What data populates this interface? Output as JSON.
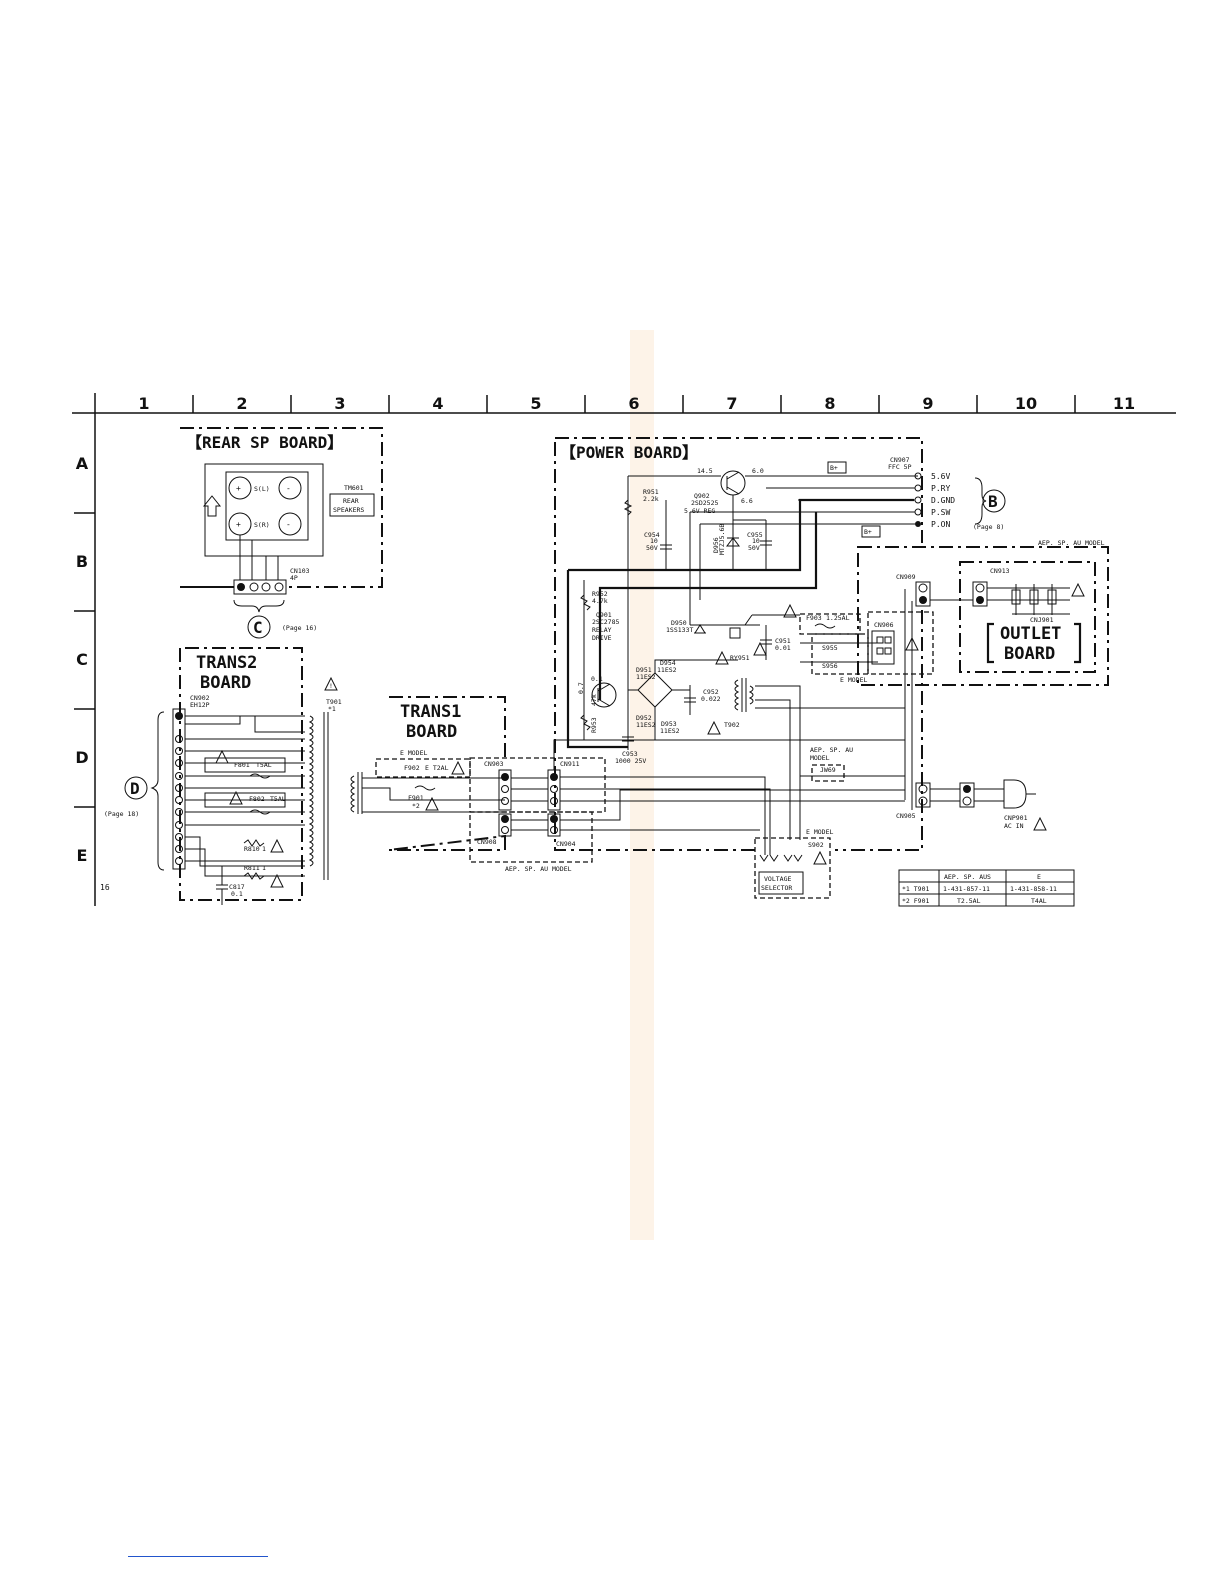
{
  "page_number": "16",
  "columns": [
    "1",
    "2",
    "3",
    "4",
    "5",
    "6",
    "7",
    "8",
    "9",
    "10",
    "11"
  ],
  "rows": [
    "A",
    "B",
    "C",
    "D",
    "E"
  ],
  "boards": {
    "rear_sp": {
      "title": "【REAR SP BOARD】",
      "tm601": "TM601",
      "rear": "REAR",
      "speakers": "SPEAKERS",
      "s_l": "S(L)",
      "s_r": "S(R)",
      "cn103": "CN103",
      "cn103_pins": "4P"
    },
    "power": {
      "title": "【POWER BOARD】"
    },
    "trans2": {
      "title_1": "TRANS2",
      "title_2": "BOARD",
      "cn902": "CN902",
      "cn902_sub": "EH12P"
    },
    "trans1": {
      "title_1": "TRANS1",
      "title_2": "BOARD"
    },
    "outlet": {
      "title_1": "OUTLET",
      "title_2": "BOARD",
      "cn913": "CN913",
      "cnj901": "CNJ901"
    }
  },
  "refs": {
    "b": {
      "letter": "B",
      "page": "(Page 8)"
    },
    "c": {
      "letter": "C",
      "page": "(Page 16)"
    },
    "d": {
      "letter": "D",
      "page": "(Page 18)"
    }
  },
  "labels": {
    "b_plus_1": "B+",
    "b_plus_2": "B+",
    "v14_5": "14.5",
    "v6_0": "6.0",
    "v6_6": "6.6",
    "v0_1": "0.1",
    "v0_7": "0.7",
    "r951": "R951",
    "r951_v": "2.2k",
    "q902": "Q902",
    "q902_p": "2SD2525",
    "q902_d": "5.6V REG",
    "cn907": "CN907",
    "cn907_sub": "FFC 5P",
    "pin1": "5.6V",
    "pin2": "P.RY",
    "pin3": "D.GND",
    "pin4": "P.SW",
    "pin5": "P.ON",
    "c954": "C954",
    "c954_v1": "10",
    "c954_v2": "50V",
    "d956": "D956",
    "d956_p": "MTZJ5.6B",
    "c955": "C955",
    "c955_v1": "10",
    "c955_v2": "50V",
    "aep_sp_au_model_top": "AEP. SP. AU MODEL",
    "cn909": "CN909",
    "r952": "R952",
    "r952_v": "4.7k",
    "q901": "Q901",
    "q901_p": "2SC2785",
    "q901_d1": "RELAY",
    "q901_d2": "DRIVE",
    "d950": "D950",
    "d950_p": "1SS133T",
    "f903": "F903",
    "f903_v": "1.25AL",
    "cn906": "CN906",
    "c951": "C951",
    "c951_v": "0.01",
    "s955": "S955",
    "s956": "S956",
    "ry951": "RY951",
    "e_model_1": "E MODEL",
    "d951": "D951",
    "d951_p": "11ES2",
    "d954": "D954",
    "d954_p": "11ES2",
    "d952": "D952",
    "d952_p": "11ES2",
    "d953": "D953",
    "d953_p": "11ES2",
    "c952": "C952",
    "c952_v": "0.022",
    "t902": "T902",
    "r953": "R953",
    "r953_v": "47k",
    "c953": "C953",
    "c953_v": "1000 25V",
    "t901": "T901",
    "t901_n": "*1",
    "f801": "F801",
    "f801_v": "T5AL",
    "f802": "F802",
    "f802_v": "T5AL",
    "r810": "R810",
    "r810_v": "1",
    "r811": "R811",
    "r811_v": "1",
    "c817": "C817",
    "c817_v": "0.1",
    "e_model_2": "E MODEL",
    "f902": "F902",
    "f902_v": "E T2AL",
    "f901": "F901",
    "f901_n": "*2",
    "cn903": "CN903",
    "cn911": "CN911",
    "cn908": "CN908",
    "cn904": "CN904",
    "aep_sp_au_model_bot": "AEP. SP. AU MODEL",
    "aep_sp_au": "AEP. SP. AU",
    "model": "MODEL",
    "jw69": "JW69",
    "cn905": "CN905",
    "cnp901": "CNP901",
    "ac_in": "AC IN",
    "e_model_3": "E MODEL",
    "s902": "S902",
    "voltage": "VOLTAGE",
    "selector": "SELECTOR"
  },
  "table": {
    "headers": [
      "",
      "AEP. SP. AUS",
      "E"
    ],
    "rows": [
      [
        "*1  T901",
        "1-431-857-11",
        "1-431-858-11"
      ],
      [
        "*2  F901",
        "T2.5AL",
        "T4AL"
      ]
    ]
  }
}
